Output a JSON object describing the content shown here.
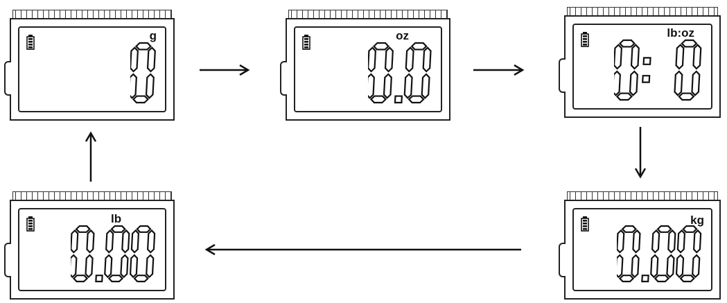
{
  "displays": [
    {
      "id": "g",
      "unit": "g",
      "reading": "0"
    },
    {
      "id": "oz",
      "unit": "oz",
      "reading": "0.0"
    },
    {
      "id": "lboz",
      "unit": "lb:oz",
      "reading": "0: 0"
    },
    {
      "id": "kg",
      "unit": "kg",
      "reading": "0.00"
    },
    {
      "id": "lb",
      "unit": "lb",
      "reading": "0.00"
    }
  ],
  "icons": {
    "battery": "battery-icon",
    "arrow": "arrow-icon"
  },
  "colors": {
    "ink": "#111111",
    "background": "#ffffff"
  }
}
